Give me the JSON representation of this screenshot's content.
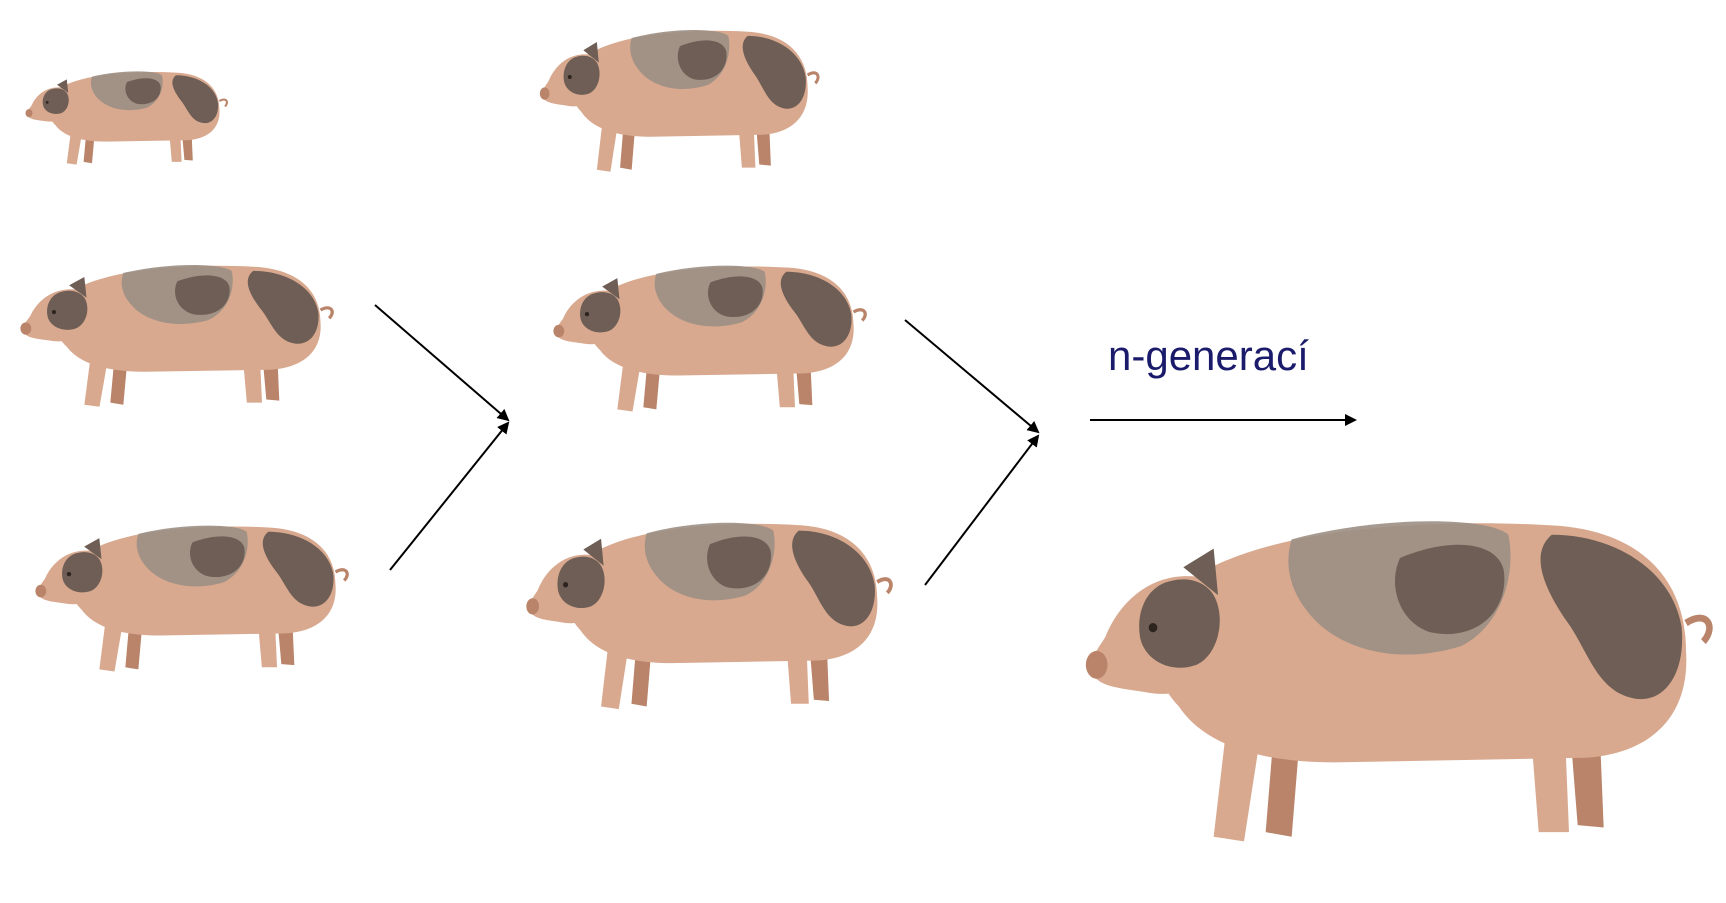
{
  "diagram": {
    "label": "n-generací",
    "colors": {
      "label": "#1b1b6b",
      "arrow": "#000000",
      "skin": "#d8a98f",
      "skin_shade": "#b98469",
      "patch": "#6e5e55",
      "patch_light": "#9c8f84"
    },
    "pigs": [
      {
        "id": "pig-gen0-small",
        "icon": "pig-icon"
      },
      {
        "id": "pig-gen0-a",
        "icon": "pig-icon"
      },
      {
        "id": "pig-gen0-b",
        "icon": "pig-icon"
      },
      {
        "id": "pig-gen1-a",
        "icon": "pig-icon"
      },
      {
        "id": "pig-gen1-b",
        "icon": "pig-icon"
      },
      {
        "id": "pig-gen1-c",
        "icon": "pig-icon"
      },
      {
        "id": "pig-final-large",
        "icon": "pig-icon"
      }
    ]
  }
}
